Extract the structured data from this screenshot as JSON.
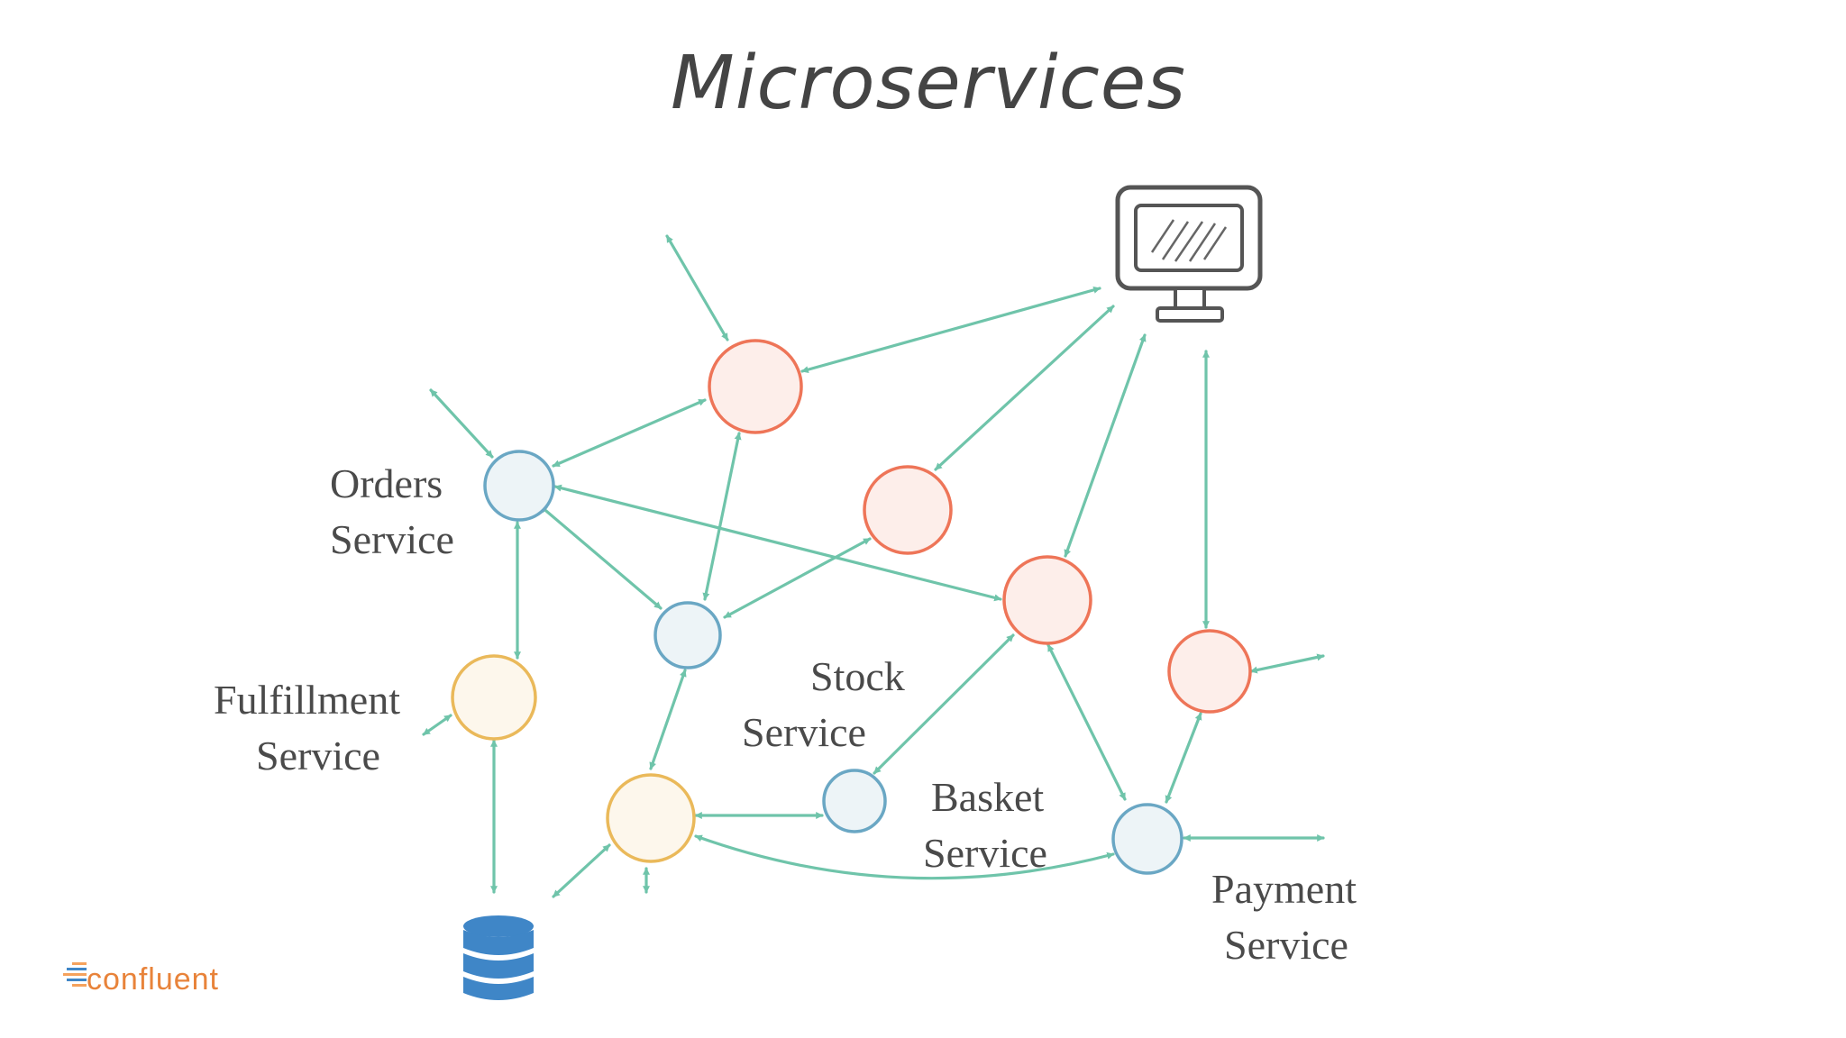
{
  "title": "Microservices",
  "brand": {
    "name": "confluent",
    "color": "#e8833a"
  },
  "labels": {
    "orders": [
      "Orders",
      "Service"
    ],
    "stock": [
      "Stock",
      "Service"
    ],
    "fulfillment": [
      "Fulfillment",
      "Service"
    ],
    "basket": [
      "Basket",
      "Service"
    ],
    "payment": [
      "Payment",
      "Service"
    ]
  },
  "colors": {
    "arrow": "#6fc4aa",
    "node_red": "#ee7558",
    "node_blue": "#6aa7c4",
    "node_yellow": "#eab95a",
    "database": "#3f86c7"
  },
  "icons": [
    "monitor-icon",
    "database-icon",
    "confluent-logo-icon"
  ]
}
